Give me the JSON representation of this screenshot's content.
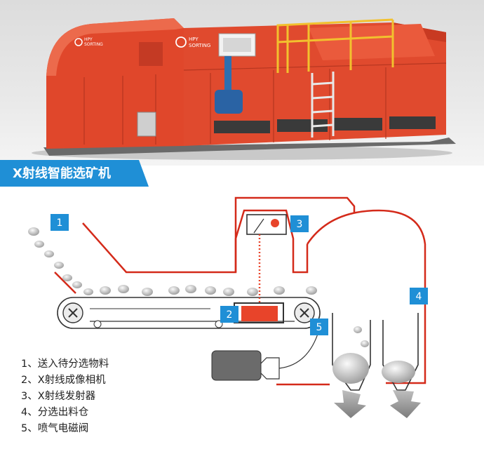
{
  "title": "X射线智能选矿机",
  "brand": {
    "logo_line1": "HPY",
    "logo_line2": "SORTING"
  },
  "callouts": [
    "1",
    "2",
    "3",
    "4",
    "5"
  ],
  "legend": [
    "1、送入待分选物料",
    "2、X射线成像相机",
    "3、X射线发射器",
    "4、分选出料仓",
    "5、喷气电磁阀"
  ],
  "colors": {
    "banner": "#1f8fd6",
    "callout_box": "#1f8fd6",
    "machine_body": "#e0472b",
    "housing_line": "#d42a1a",
    "emitter": "#e8442a",
    "railing": "#f2c12e"
  }
}
